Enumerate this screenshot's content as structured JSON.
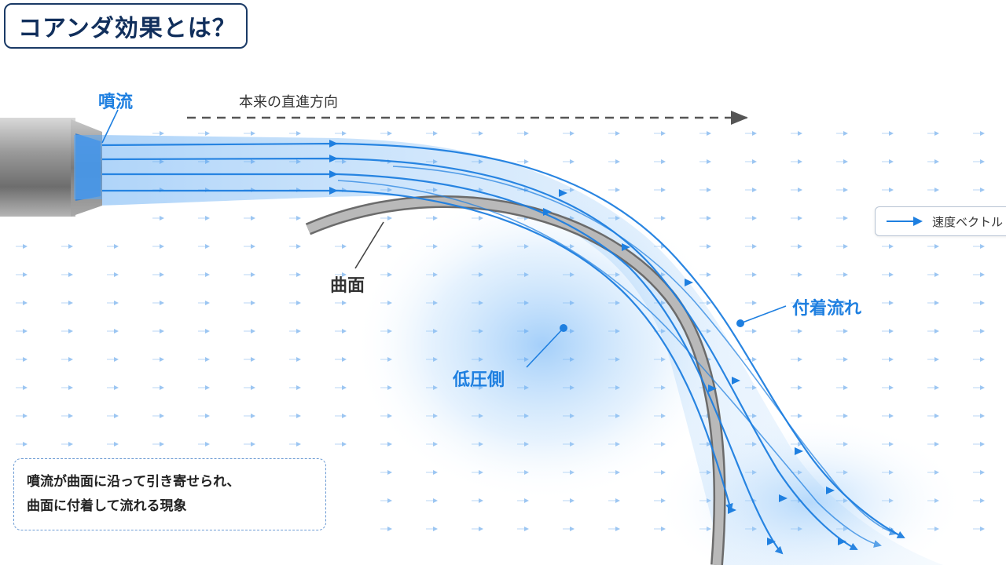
{
  "title": "コアンダ効果とは？",
  "labels": {
    "jet": "噴流",
    "original_direction": "本来の直進方向",
    "curved_surface": "曲面",
    "attached_flow": "付着流れ",
    "low_pressure_side": "低圧側"
  },
  "legend": {
    "label": "速度ベクトル"
  },
  "caption": {
    "line1": "噴流が曲面に沿って引き寄せられ、",
    "line2": "曲面に付着して流れる現象"
  },
  "colors": {
    "accent": "#1e7fe0",
    "title": "#112f5c",
    "surface": "#8a8a8a",
    "dashed_arrow": "#555555"
  },
  "icons": {
    "nozzle": "nozzle-icon",
    "legend": "arrow-right-icon"
  }
}
